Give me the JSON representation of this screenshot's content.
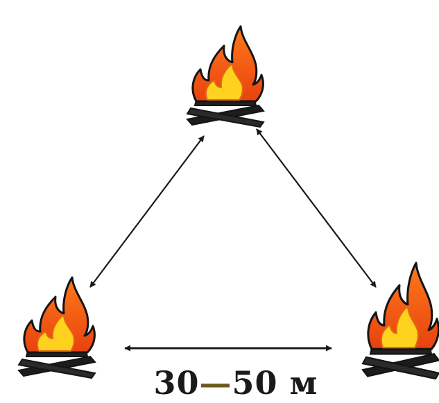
{
  "diagram": {
    "distance": {
      "from": "30",
      "separator": "—",
      "to": "50",
      "unit": "м"
    }
  },
  "colors": {
    "flame_outer": "#f15a13",
    "flame_inner": "#ffd21f",
    "outline": "#141414",
    "log": "#1c1c1c",
    "arrow": "#1a1a1a",
    "separator": "#6b5a1e"
  },
  "icons": [
    "campfire-icon",
    "double-arrow"
  ]
}
